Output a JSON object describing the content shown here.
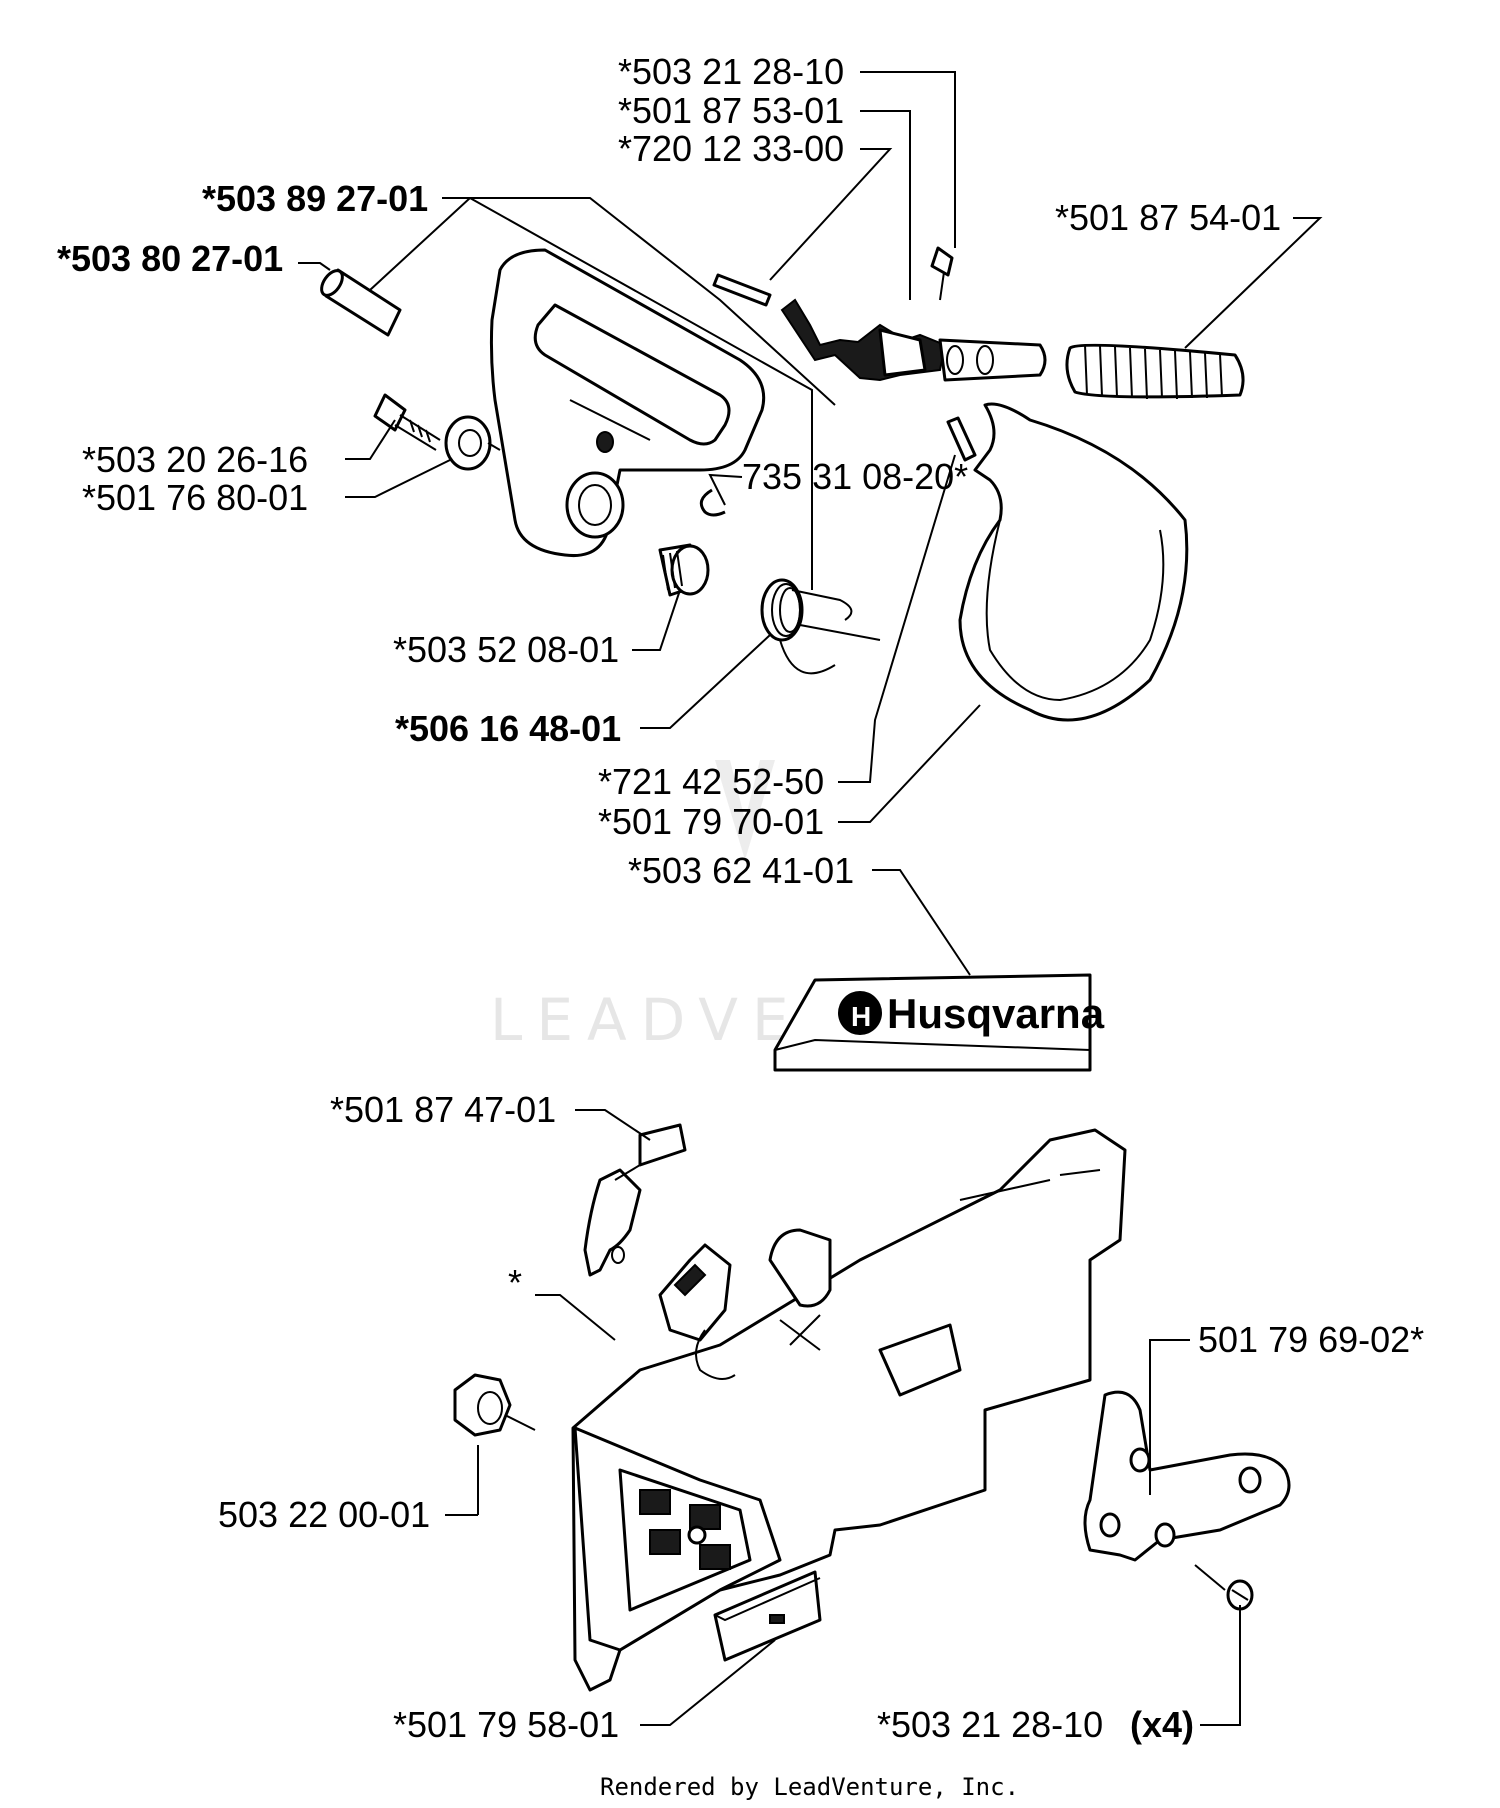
{
  "labels": {
    "p_503_21_28_10_top": "*503 21 28-10",
    "p_501_87_53_01": "*501 87 53-01",
    "p_720_12_33_00": "*720 12 33-00",
    "p_501_87_54_01": "*501 87 54-01",
    "p_503_89_27_01": "*503 89 27-01",
    "p_503_80_27_01": "*503 80 27-01",
    "p_503_20_26_16": "*503 20 26-16",
    "p_501_76_80_01": "*501 76 80-01",
    "p_735_31_08_20": "735 31 08-20*",
    "p_503_52_08_01": "*503 52 08-01",
    "p_506_16_48_01": "*506 16 48-01",
    "p_721_42_52_50": "*721 42 52-50",
    "p_501_79_70_01": "*501 79 70-01",
    "p_503_62_41_01": "*503 62 41-01",
    "p_501_87_47_01": "*501 87 47-01",
    "p_asterisk": "*",
    "p_501_79_69_02": "501 79 69-02*",
    "p_503_22_00_01": "503 22 00-01",
    "p_501_79_58_01": "*501 79 58-01",
    "p_503_21_28_10_bottom": "*503 21 28-10",
    "p_503_21_28_10_bottom_qty": "(x4)"
  },
  "decal": {
    "brand": "Husqvarna",
    "logo_letter": "H"
  },
  "watermark": "LEADVENTURE",
  "footer": "Rendered by LeadVenture, Inc."
}
